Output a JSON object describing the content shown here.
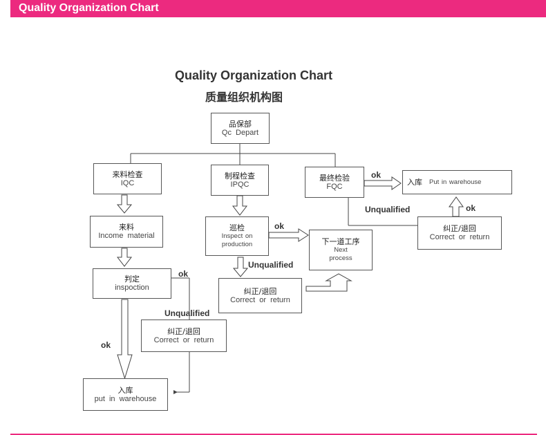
{
  "header": {
    "title": "Quality Organization Chart"
  },
  "chart": {
    "title": "Quality Organization Chart",
    "subtitle": "质量组织机构图"
  },
  "nodes": {
    "qc": {
      "zh": "品保部",
      "en": "Qc  Depart"
    },
    "iqc": {
      "zh": "来料检查",
      "en": "IQC"
    },
    "ipqc": {
      "zh": "制程检查",
      "en": "IPQC"
    },
    "fqc": {
      "zh": "最终检验",
      "en": "FQC"
    },
    "income": {
      "zh": "来料",
      "en": "Income  material"
    },
    "patrol": {
      "zh": "巡检",
      "en1": "Inspect  on",
      "en2": "production"
    },
    "next": {
      "zh": "下一道工序",
      "en1": "Next",
      "en2": "process"
    },
    "warehouse_top": {
      "zh": "入库",
      "en": "Put  in  warehouse"
    },
    "correct_right": {
      "zh": "纠正/退回",
      "en": "Correct  or  return"
    },
    "judge": {
      "zh": "判定",
      "en": "inspoction"
    },
    "correct_mid": {
      "zh": "纠正/退回",
      "en": "Correct  or  return"
    },
    "correct_left": {
      "zh": "纠正/退回",
      "en": "Correct  or  return"
    },
    "warehouse_bottom": {
      "zh": "入库",
      "en": "put  in  warehouse"
    }
  },
  "labels": {
    "ok_fqc": "ok",
    "unqualified_fqc": "Unqualified",
    "ok_right": "ok",
    "ok_patrol": "ok",
    "unqualified_patrol": "Unqualified",
    "ok_judge": "ok",
    "unqualified_judge": "Unqualified",
    "ok_down": "ok"
  }
}
